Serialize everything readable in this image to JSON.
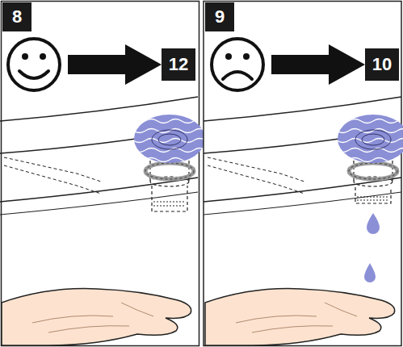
{
  "diagram": {
    "nodes": [
      {
        "text": [
          "8"
        ]
      },
      {
        "text": [
          "12"
        ]
      },
      {
        "text": [
          "9"
        ]
      },
      {
        "text": [
          "10"
        ]
      }
    ]
  }
}
